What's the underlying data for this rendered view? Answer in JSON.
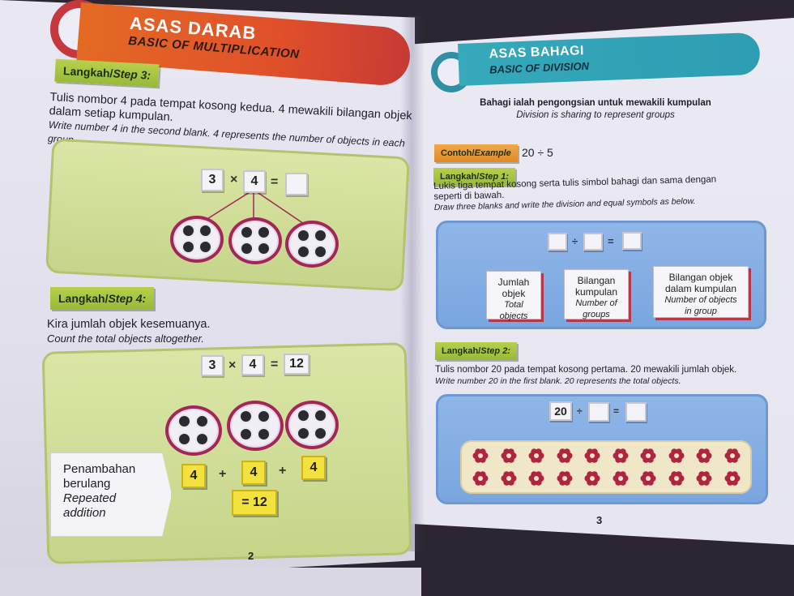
{
  "left_page": {
    "title_ms": "ASAS DARAB",
    "title_en": "BASIC OF MULTIPLICATION",
    "step3": {
      "label_ms": "Langkah/",
      "label_en": "Step 3:",
      "text_ms_1": "Tulis nombor 4 pada tempat kosong kedua. 4 mewakili bilangan objek",
      "text_ms_2": "dalam setiap kumpulan.",
      "text_en_1": "Write number 4 in the second blank. 4 represents the number of objects in each",
      "text_en_2": "group.",
      "equation": {
        "a": "3",
        "op": "×",
        "b": "4",
        "eq": "=",
        "c": ""
      }
    },
    "step4": {
      "label_ms": "Langkah/",
      "label_en": "Step 4:",
      "text_ms": "Kira jumlah objek kesemuanya.",
      "text_en": "Count the total objects altogether.",
      "equation": {
        "a": "3",
        "op": "×",
        "b": "4",
        "eq": "=",
        "c": "12"
      },
      "repeat_ms_1": "Penambahan",
      "repeat_ms_2": "berulang",
      "repeat_en_1": "Repeated",
      "repeat_en_2": "addition",
      "addends": [
        "4",
        "4",
        "4"
      ],
      "plus": "+",
      "sum": "= 12"
    },
    "page_number": "2"
  },
  "right_page": {
    "title_ms": "ASAS BAHAGI",
    "title_en": "BASIC OF DIVISION",
    "intro_ms": "Bahagi ialah pengongsian untuk mewakili kumpulan",
    "intro_en": "Division is sharing to represent groups",
    "example_label_ms": "Contoh/",
    "example_label_en": "Example",
    "example_expr": "20 ÷ 5",
    "step1": {
      "label_ms": "Langkah/",
      "label_en": "Step 1:",
      "text_ms_1": "Lukis tiga tempat kosong serta tulis simbol bahagi dan sama dengan",
      "text_ms_2": "seperti di bawah.",
      "text_en": "Draw three blanks and write the division and equal symbols as below.",
      "div": "÷",
      "eq": "=",
      "cards": [
        {
          "ms_1": "Jumlah",
          "ms_2": "objek",
          "en_1": "Total",
          "en_2": "objects"
        },
        {
          "ms_1": "Bilangan",
          "ms_2": "kumpulan",
          "en_1": "Number of",
          "en_2": "groups"
        },
        {
          "ms_1": "Bilangan objek",
          "ms_2": "dalam kumpulan",
          "en_1": "Number of objects",
          "en_2": "in group"
        }
      ]
    },
    "step2": {
      "label_ms": "Langkah/",
      "label_en": "Step 2:",
      "text_ms": "Tulis nombor 20 pada tempat kosong pertama. 20 mewakili jumlah objek.",
      "text_en": "Write number 20 in the first blank. 20 represents the total objects.",
      "equation": {
        "a": "20",
        "op": "÷",
        "b": "",
        "eq": "=",
        "c": ""
      },
      "flower_count": 20
    },
    "page_number": "3"
  },
  "colors": {
    "left_ribbon": "#e0502a",
    "right_ribbon": "#2e9db3",
    "step_label": "#a8c440",
    "plate_border": "#a3265b",
    "flower": "#b0243f",
    "yellow_box": "#f3e13e"
  }
}
